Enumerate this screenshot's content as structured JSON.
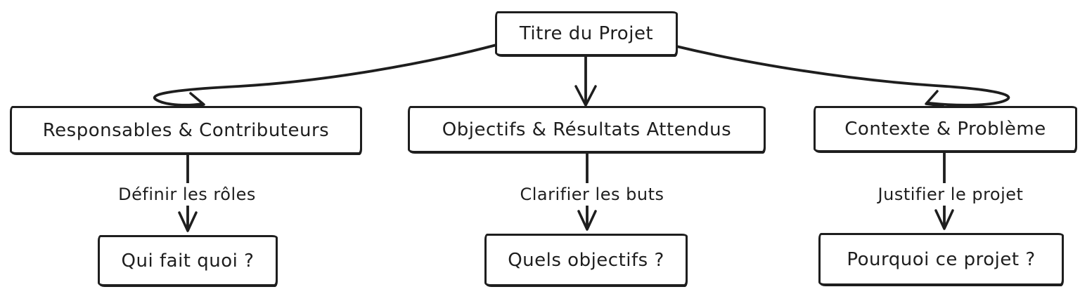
{
  "app": {
    "background_color": "#ffffff",
    "stroke_color": "#1e1e1e"
  },
  "diagram": {
    "root": {
      "label": "Titre du Projet"
    },
    "branches": [
      {
        "section": "Responsables & Contributeurs",
        "action": "Définir les rôles",
        "question": "Qui fait quoi ?"
      },
      {
        "section": "Objectifs & Résultats Attendus",
        "action": "Clarifier les buts",
        "question": "Quels objectifs ?"
      },
      {
        "section": "Contexte & Problème",
        "action": "Justifier le projet",
        "question": "Pourquoi ce projet ?"
      }
    ]
  }
}
